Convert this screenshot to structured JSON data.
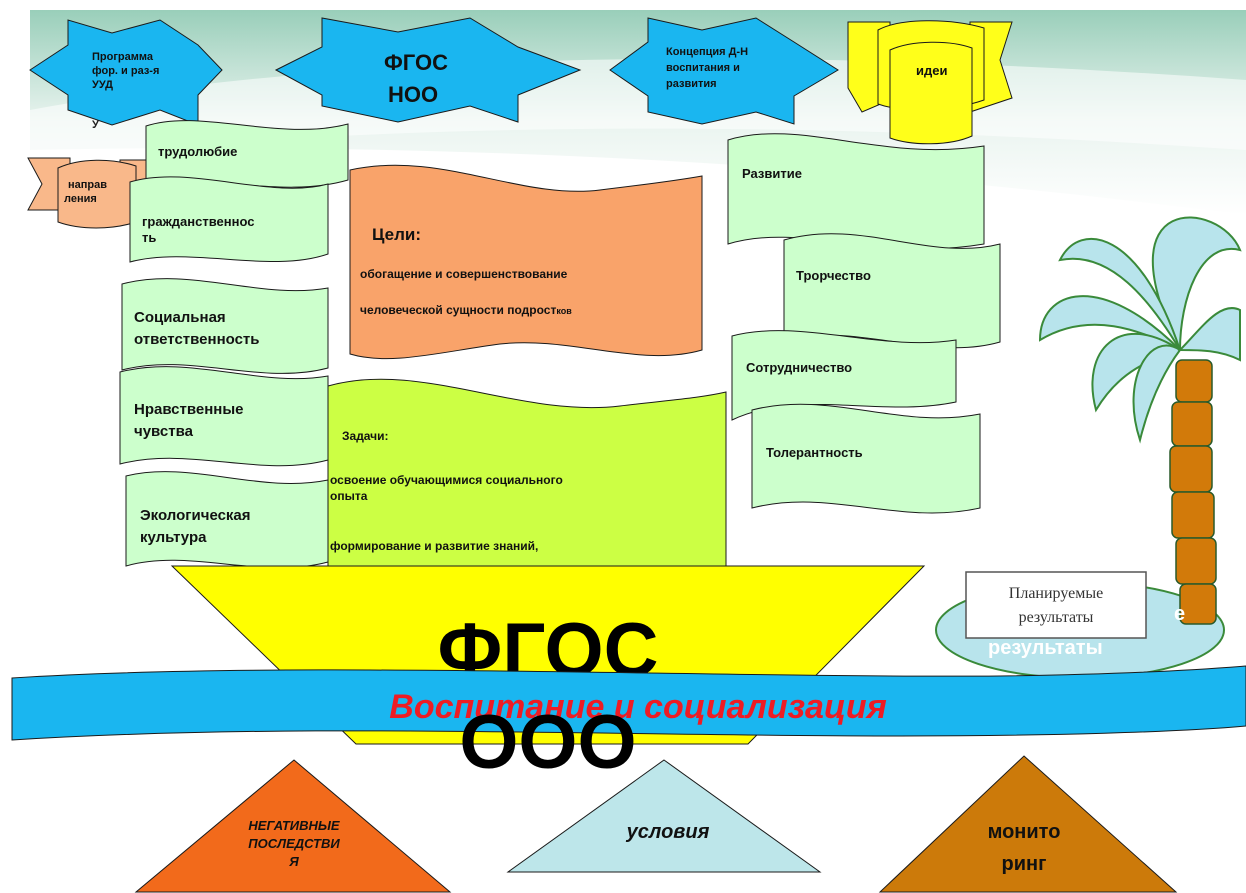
{
  "stars": {
    "program": [
      "Программа",
      "фор. и раз-я",
      "УУД"
    ],
    "program_note": "У",
    "fgos_noo": [
      "ФГОС",
      "НОО"
    ],
    "concept": [
      "Концепция Д-Н",
      "воспитания и",
      "развития"
    ]
  },
  "ribbons": {
    "ideas": "идеи",
    "directions": [
      "направ",
      "ления"
    ]
  },
  "values_left": [
    [
      "трудолюбие"
    ],
    [
      "гражданственнос",
      "ть"
    ],
    [
      "Социальная",
      "ответственность"
    ],
    [
      "Нравственные",
      "чувства"
    ],
    [
      "Экологическая",
      "культура"
    ]
  ],
  "goals": {
    "title": "Цели:",
    "line1": "обогащение и совершенствование",
    "line2_main": "человеческой сущности  подрост",
    "line2_small": "ков"
  },
  "tasks": {
    "title": "Задачи:",
    "line1": "освоение обучающимися социального",
    "line2": "опыта",
    "line3": "формирование и развитие  знаний,"
  },
  "values_right": [
    "Развитие",
    "Трорчество",
    "Сотрудничество",
    "Толерантность"
  ],
  "funnel": {
    "top": "ФГОС",
    "bottom": "ООО"
  },
  "banner": "Воспитание и социализация",
  "palm": {
    "label": [
      "Планируемые",
      "результаты"
    ],
    "cloud_text": [
      "е",
      "результаты"
    ]
  },
  "triangles": {
    "negative": [
      "НЕГАТИВНЫЕ",
      "ПОСЛЕДСТВИ",
      "Я"
    ],
    "conditions": "условия",
    "monitoring": [
      "монито",
      "ринг"
    ]
  },
  "colors": {
    "star": "#1ab6f0",
    "ideas": "#ffff1a",
    "salmon": "#f9b88a",
    "mint": "#ccffcc",
    "goals": "#f9a36a",
    "tasks": "#ccff44",
    "funnel": "#ffff00",
    "banner": "#1ab6f0",
    "banner_text": "#ee1c24",
    "palm_leaf": "#b8e4ec",
    "trunk": "#d27a0a",
    "tri_orange": "#f26a1b",
    "tri_blue": "#bde6ea",
    "tri_brown": "#cc7a0a"
  }
}
